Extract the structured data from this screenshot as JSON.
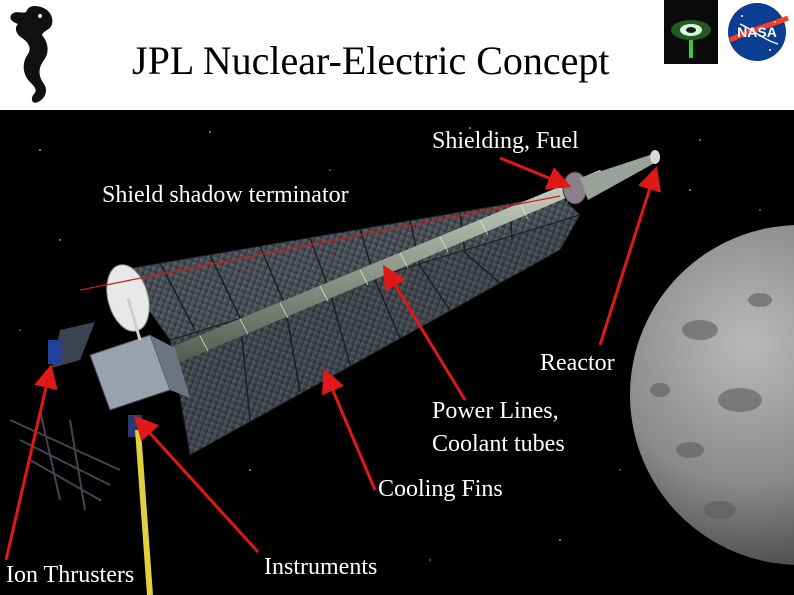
{
  "slide": {
    "title": "JPL Nuclear-Electric Concept",
    "labels": {
      "shielding_fuel": "Shielding, Fuel",
      "shield_shadow": "Shield shadow terminator",
      "reactor": "Reactor",
      "power_lines_1": "Power Lines,",
      "power_lines_2": "Coolant tubes",
      "cooling_fins": "Cooling Fins",
      "ion_thrusters": "Ion Thrusters",
      "instruments": "Instruments"
    },
    "logos": {
      "left": "seahorse-logo",
      "right_1": "green-glow-logo",
      "right_2": "nasa-meatball-logo",
      "nasa_text": "NASA"
    }
  },
  "colors": {
    "arrow": "#e01818",
    "shadow_line": "#d01a1a",
    "background": "#000000",
    "header": "#ffffff",
    "label_text": "#ffffff",
    "title_text": "#000000"
  }
}
